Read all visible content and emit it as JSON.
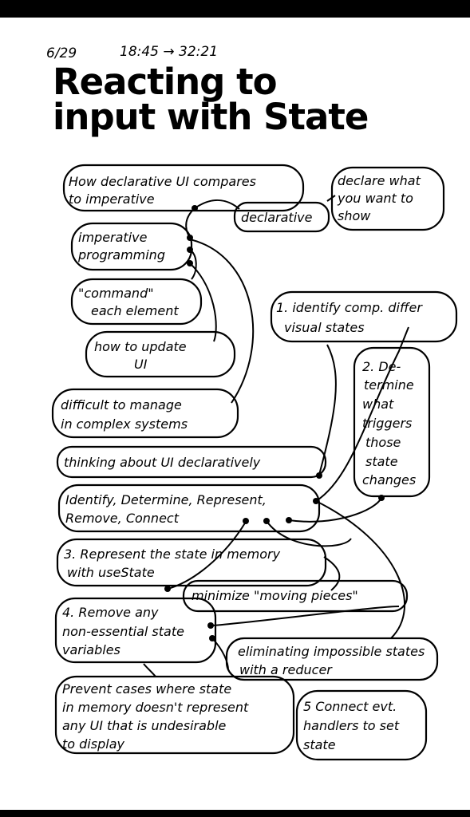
{
  "header": {
    "date": "6/29",
    "time_range": "18:45 → 32:21",
    "title_line1": "Reacting to",
    "title_line2": "input with State"
  },
  "nodes": {
    "declarative_vs_imperative": [
      "How declarative UI compares",
      "to imperative"
    ],
    "declarative": [
      "declarative"
    ],
    "declare_what": [
      "declare what",
      "you want to",
      "show"
    ],
    "imperative_programming": [
      "imperative",
      "programming"
    ],
    "command_each": [
      "\"command\"",
      "each element"
    ],
    "how_to_update": [
      "how to update",
      "UI"
    ],
    "difficult": [
      "difficult to manage",
      "in complex systems"
    ],
    "thinking_declaratively": [
      "thinking about UI declaratively"
    ],
    "identify_visual_states": [
      "1. identify comp. differ",
      "visual states"
    ],
    "determine_triggers": [
      "2. De-",
      "termine",
      "what",
      "triggers",
      "those",
      "state",
      "changes"
    ],
    "steps_list": [
      "Identify, Determine, Represent,",
      "Remove, Connect"
    ],
    "represent_state": [
      "3. Represent the state in memory",
      "with useState"
    ],
    "minimize": [
      "minimize \"moving pieces\""
    ],
    "remove_nonessential": [
      "4. Remove any",
      "non-essential state",
      "variables"
    ],
    "eliminating": [
      "eliminating impossible states",
      "with a reducer"
    ],
    "prevent_cases": [
      "Prevent cases where state",
      "in memory doesn't represent",
      "any UI that is undesirable",
      "to display"
    ],
    "connect_handlers": [
      "5 Connect evt.",
      "handlers to set",
      "state"
    ]
  }
}
